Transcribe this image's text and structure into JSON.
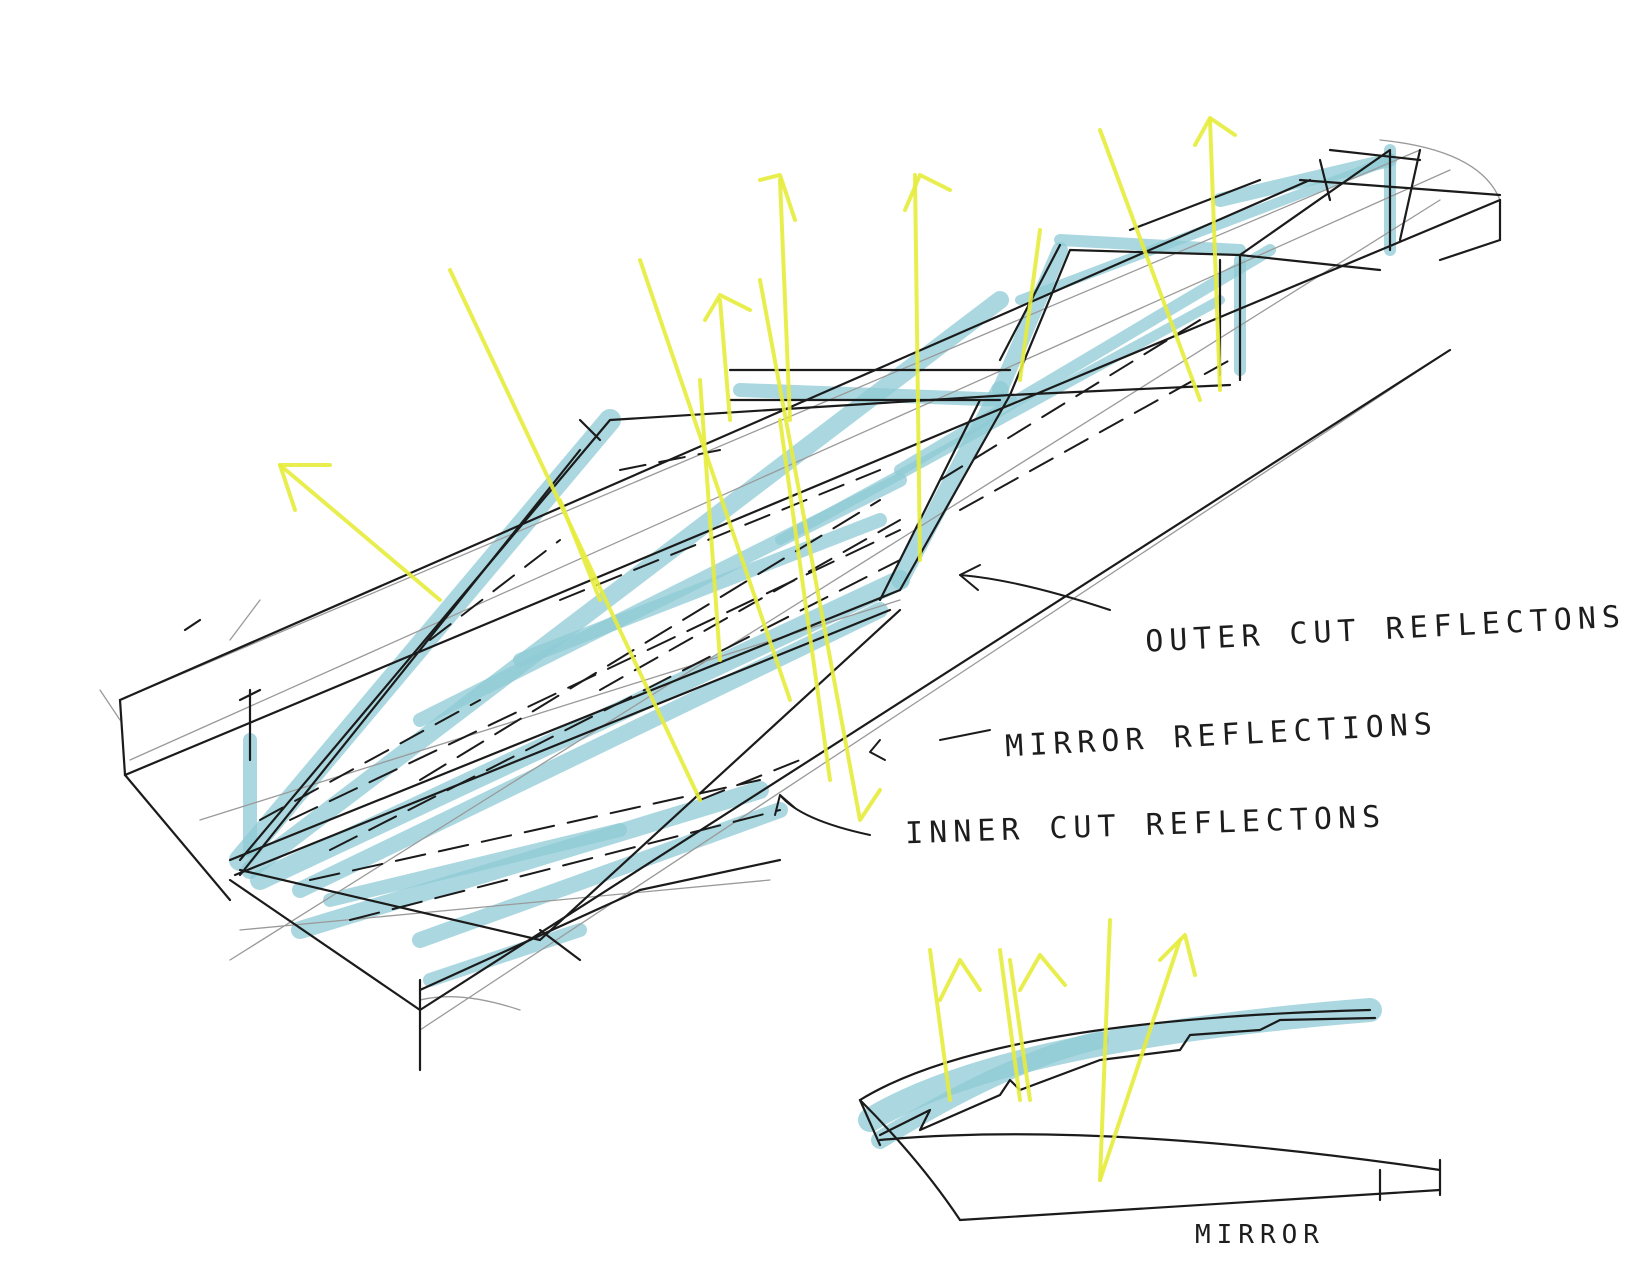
{
  "colors": {
    "ink": "#1b1b1b",
    "pencil": "#9a9a9a",
    "reflector_blue": "#8fcbd6",
    "light_yellow": "#e7ec3c",
    "paper": "#ffffff"
  },
  "labels": {
    "outer_cut": "OUTER CUT REFLECTONS",
    "mirror": "MIRROR REFLECTIONS",
    "inner_cut": "INNER CUT REFLECTONS",
    "mirror_caption": "MIRROR"
  }
}
